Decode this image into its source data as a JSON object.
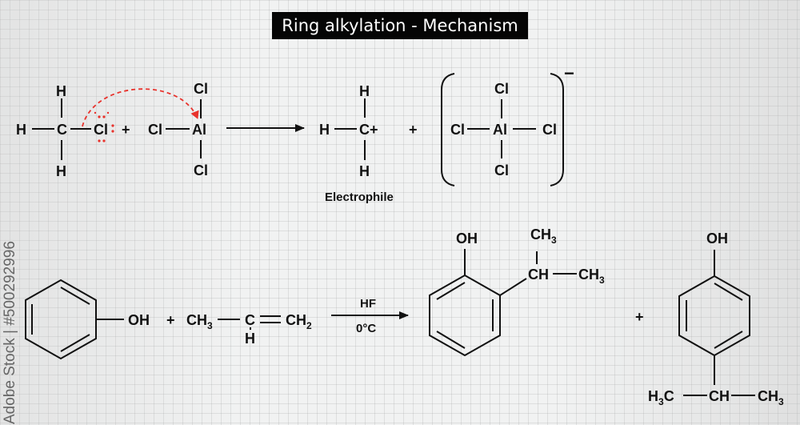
{
  "title": "Ring alkylation - Mechanism",
  "watermark": "Adobe Stock | #500292996",
  "reaction1": {
    "reactant1": {
      "H": "H",
      "C": "C",
      "Cl": "Cl"
    },
    "plus": "+",
    "reactant2": {
      "Cl": "Cl",
      "Al": "Al"
    },
    "product1": {
      "H": "H",
      "C_plus": "C+"
    },
    "product2": {
      "Cl": "Cl",
      "Al": "Al",
      "charge": "−"
    },
    "label": "Electrophile"
  },
  "reaction2": {
    "phenol_OH": "OH",
    "plus": "+",
    "propene": {
      "CH3": "CH",
      "sub3": "3",
      "C": "C",
      "H": "H",
      "CH2": "CH",
      "sub2": "2"
    },
    "conditions": {
      "top": "HF",
      "bottom": "0°C"
    },
    "product1": {
      "OH": "OH",
      "CH3": "CH",
      "sub3": "3",
      "CH": "CH"
    },
    "product2": {
      "OH": "OH",
      "H3C_H": "H",
      "H3C_C": "C",
      "sub3": "3",
      "CH": "CH",
      "CH3": "CH"
    }
  },
  "colors": {
    "arrow_red": "#e8322c",
    "title_bg": "#050505"
  }
}
